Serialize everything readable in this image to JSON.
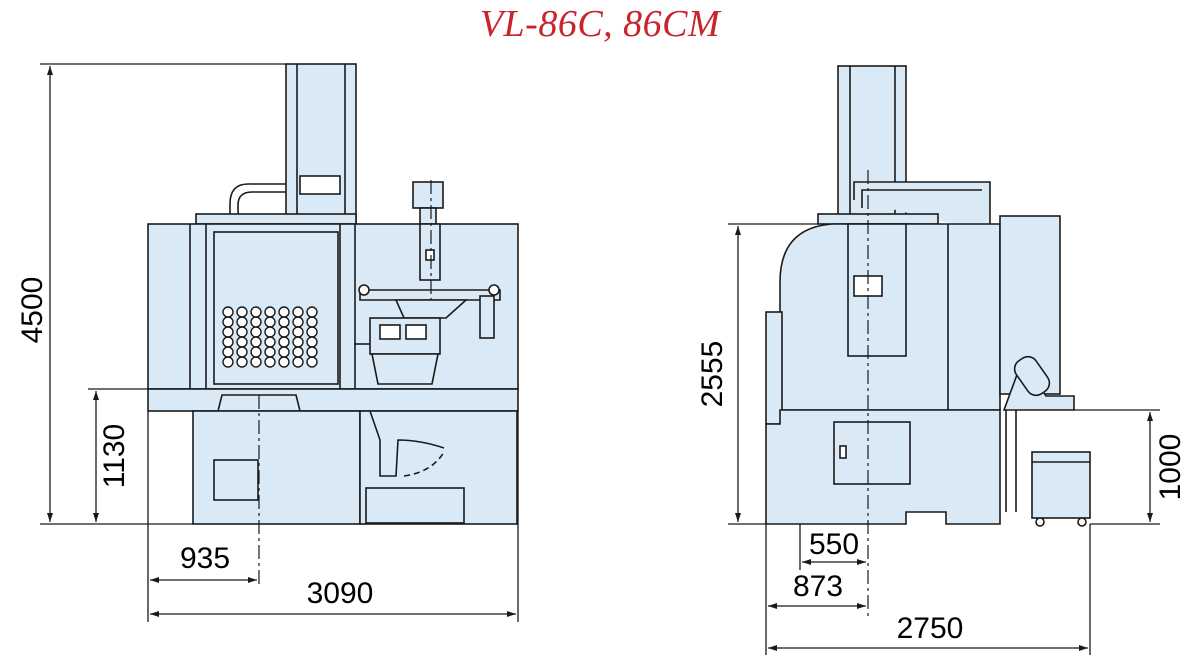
{
  "title": "VL-86C, 86CM",
  "colors": {
    "machine_fill": "#d9eaf6",
    "line": "#1a1a1a",
    "title": "#c8242b"
  },
  "front_view": {
    "dimensions": {
      "height_total": "4500",
      "table_height": "1130",
      "center_offset": "935",
      "width_total": "3090"
    }
  },
  "side_view": {
    "dimensions": {
      "height_machine": "2555",
      "panel_height": "1000",
      "base_offset": "550",
      "center_offset": "873",
      "depth_total": "2750"
    }
  }
}
